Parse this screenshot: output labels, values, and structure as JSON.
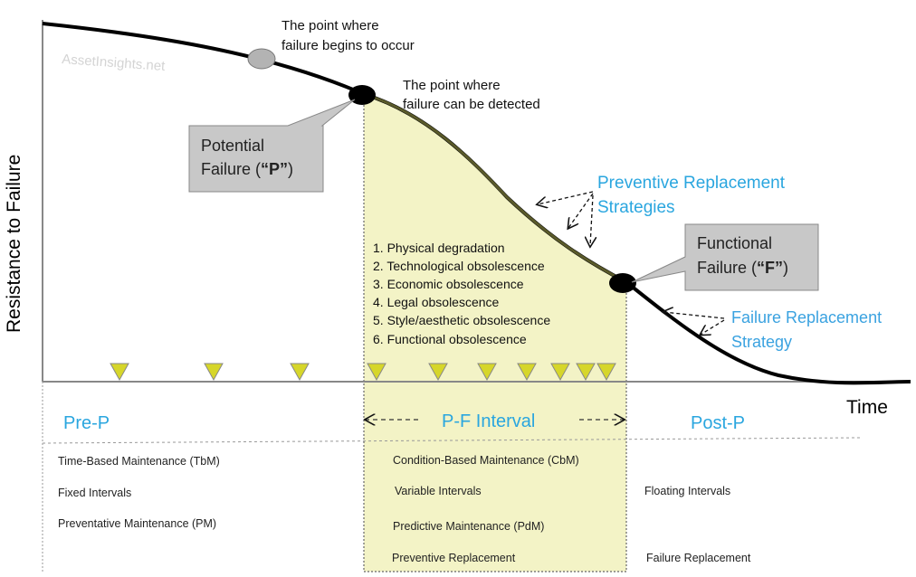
{
  "watermark": "AssetInsights.net",
  "axes": {
    "ylabel": "Resistance to Failure",
    "xlabel": "Time"
  },
  "annotations": {
    "failure_begins": [
      "The point where",
      "failure begins to occur"
    ],
    "failure_detected": [
      "The point where",
      "failure can be detected"
    ],
    "preventive_strategies": [
      "Preventive Replacement",
      "Strategies"
    ],
    "failure_strategy": [
      "Failure Replacement",
      "Strategy"
    ]
  },
  "callouts": {
    "potential": {
      "line1": "Potential",
      "line2_pre": "Failure (",
      "line2_bold": "“P”",
      "line2_post": ")"
    },
    "functional": {
      "line1": "Functional",
      "line2_pre": "Failure (",
      "line2_bold": "“F”",
      "line2_post": ")"
    }
  },
  "obsolescence_list": [
    "1. Physical degradation",
    "2. Technological obsolescence",
    "3. Economic obsolescence",
    "4. Legal obsolescence",
    "5. Style/aesthetic obsolescence",
    "6. Functional obsolescence"
  ],
  "zones": {
    "pre": "Pre-P",
    "interval": "P-F Interval",
    "post": "Post-P"
  },
  "columns": {
    "pre": [
      "Time-Based Maintenance (TbM)",
      "Fixed Intervals",
      "Preventative Maintenance (PM)"
    ],
    "interval": [
      "Condition-Based Maintenance (CbM)",
      "Variable Intervals",
      "Predictive Maintenance (PdM)",
      "Preventive Replacement"
    ],
    "post": [
      "Floating Intervals",
      "Failure Replacement"
    ]
  },
  "colors": {
    "interval_fill": "#f3f3c6",
    "triangle": "#d6d62a",
    "callout_fill": "#c8c8c8",
    "accent_blue": "#2aa6df"
  }
}
